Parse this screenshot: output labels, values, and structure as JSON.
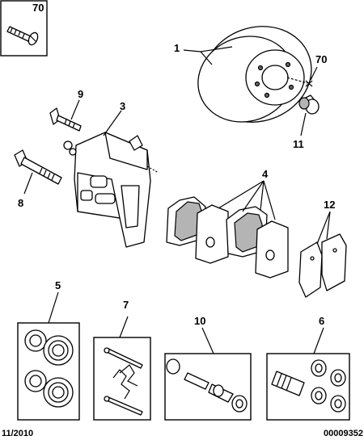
{
  "diagram": {
    "callouts": {
      "screw_inset": "70",
      "disc": "1",
      "disc_screw": "70",
      "wheel_bolt": "11",
      "caliper_bolt": "9",
      "caliper": "3",
      "caliper_guide_bolt": "8",
      "brake_pads": "4",
      "anti_squeal_shims": "12",
      "seal_kit": "5",
      "spring_kit": "7",
      "guide_pin_kit": "10",
      "boot_kit": "6"
    },
    "footer": {
      "date": "11/2010",
      "reference": "00009352"
    }
  }
}
